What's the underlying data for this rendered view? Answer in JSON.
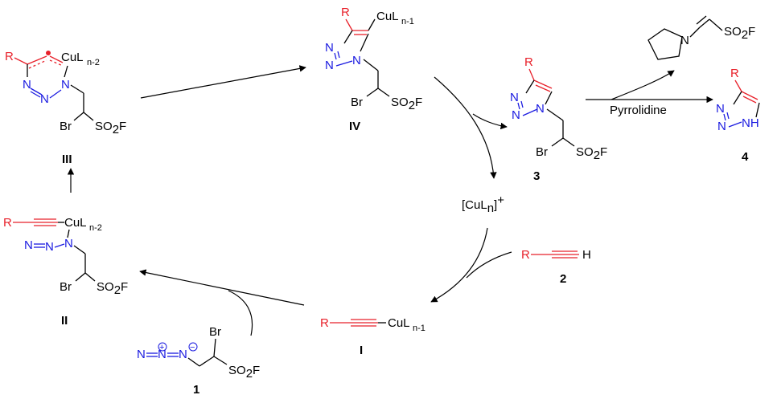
{
  "atoms": {
    "R": "R",
    "Cu": "Cu",
    "CuL": "CuL",
    "N": "N",
    "NH": "NH",
    "Br": "Br",
    "SO2F_pre": "SO",
    "SO2F_sub": "2",
    "SO2F_post": "F",
    "H": "H",
    "plus": "+",
    "minus": "−"
  },
  "subscripts": {
    "n2": "n-2",
    "n1": "n-1",
    "n": "n"
  },
  "labels": {
    "c1": "1",
    "c2": "2",
    "c3": "3",
    "c4": "4",
    "cI": "I",
    "cII": "II",
    "cIII": "III",
    "cIV": "IV"
  },
  "catalyst": {
    "open": "[CuL",
    "sub": "n",
    "close": "]",
    "charge": "+"
  },
  "reagent": "Pyrrolidine",
  "colors": {
    "red": "#e8202a",
    "blue": "#1a1ae0",
    "black": "#000000"
  }
}
